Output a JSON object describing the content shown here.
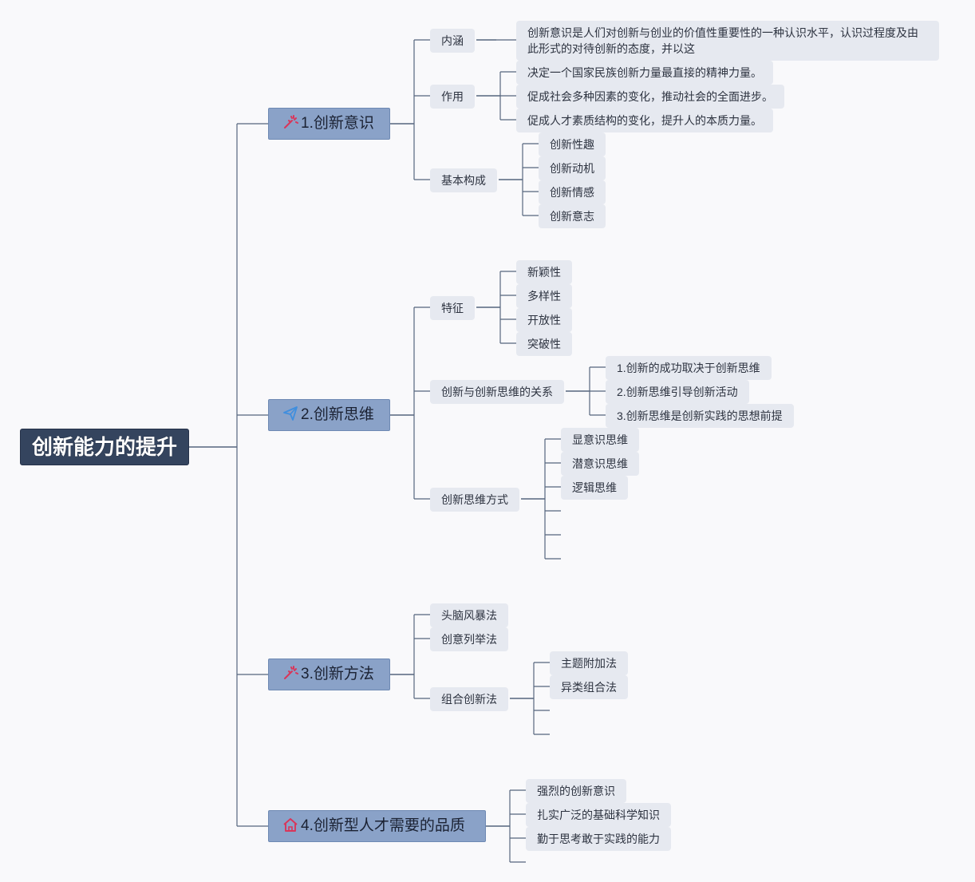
{
  "colors": {
    "background": "#f9f9fb",
    "root_fill": "#34445e",
    "main_fill": "#8aa2c8",
    "leaf_fill": "#e6e9f0",
    "line": "#56667e",
    "icon_red": "#d9365a",
    "icon_blue": "#3f8ede"
  },
  "root": {
    "label": "创新能力的提升"
  },
  "branches": [
    {
      "label": "1.创新意识",
      "icon": "magic-wand-icon",
      "children": [
        {
          "label": "内涵",
          "children": [
            {
              "label": "创新意识是人们对创新与创业的价值性重要性的一种认识水平，认识过程度及由此形式的对待创新的态度，并以这"
            }
          ]
        },
        {
          "label": "作用",
          "children": [
            {
              "label": "决定一个国家民族创新力量最直接的精神力量。"
            },
            {
              "label": "促成社会多种因素的变化，推动社会的全面进步。"
            },
            {
              "label": "促成人才素质结构的变化，提升人的本质力量。"
            }
          ]
        },
        {
          "label": "基本构成",
          "children": [
            {
              "label": "创新性趣"
            },
            {
              "label": "创新动机"
            },
            {
              "label": "创新情感"
            },
            {
              "label": "创新意志"
            }
          ]
        }
      ]
    },
    {
      "label": "2.创新思维",
      "icon": "paper-plane-icon",
      "children": [
        {
          "label": "特征",
          "children": [
            {
              "label": "新颖性"
            },
            {
              "label": "多样性"
            },
            {
              "label": "开放性"
            },
            {
              "label": "突破性"
            }
          ]
        },
        {
          "label": "创新与创新思维的关系",
          "children": [
            {
              "label": "1.创新的成功取决于创新思维"
            },
            {
              "label": "2.创新思维引导创新活动"
            },
            {
              "label": "3.创新思维是创新实践的思想前提"
            }
          ]
        },
        {
          "label": "创新思维方式",
          "children": [
            {
              "label": "显意识思维"
            },
            {
              "label": "潜意识思维"
            },
            {
              "label": "逻辑思维"
            },
            {
              "label": ""
            },
            {
              "label": ""
            },
            {
              "label": ""
            }
          ]
        }
      ]
    },
    {
      "label": "3.创新方法",
      "icon": "magic-wand-icon",
      "children": [
        {
          "label": "头脑风暴法"
        },
        {
          "label": "创意列举法"
        },
        {
          "label": "组合创新法",
          "children": [
            {
              "label": "主题附加法"
            },
            {
              "label": "异类组合法"
            },
            {
              "label": ""
            },
            {
              "label": ""
            }
          ]
        }
      ]
    },
    {
      "label": "4.创新型人才需要的品质",
      "icon": "home-icon",
      "children": [
        {
          "label": "强烈的创新意识"
        },
        {
          "label": "扎实广泛的基础科学知识"
        },
        {
          "label": "勤于思考敢于实践的能力"
        },
        {
          "label": ""
        }
      ]
    }
  ]
}
